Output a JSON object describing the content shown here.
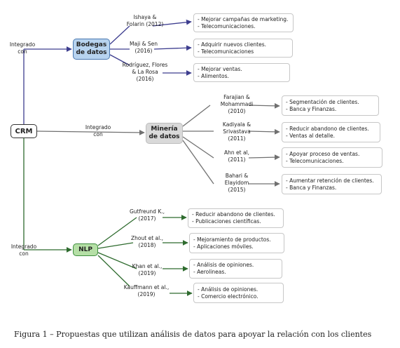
{
  "crm": {
    "label": "CRM"
  },
  "branches": [
    {
      "connector": [
        "Integrado",
        "con"
      ],
      "node": [
        "Bodegas",
        "de datos"
      ],
      "studies": [
        {
          "ref": [
            "Ishaya &",
            "Folarin (2012)"
          ],
          "items": [
            "- Mejorar campañas de marketing.",
            "- Telecomunicaciones."
          ]
        },
        {
          "ref": [
            "Maji & Sen",
            "(2016)"
          ],
          "items": [
            "- Adquirir nuevos clientes.",
            "- Telecomunicaciones"
          ]
        },
        {
          "ref": [
            "Rodríguez, Flores",
            "& La Rosa",
            "(2016)"
          ],
          "items": [
            "- Mejorar ventas.",
            "- Alimentos."
          ]
        }
      ]
    },
    {
      "connector": [
        "Integrado",
        "con"
      ],
      "node": [
        "Minería",
        "de datos"
      ],
      "studies": [
        {
          "ref": [
            "Farajian &",
            "Mohammadi",
            "(2010)"
          ],
          "items": [
            "- Segmentación de clientes.",
            "- Banca y Finanzas."
          ]
        },
        {
          "ref": [
            "Kadiyala &",
            "Srivastava",
            "(2011)"
          ],
          "items": [
            "- Reducir abandono de clientes.",
            "- Ventas al detalle."
          ]
        },
        {
          "ref": [
            "Ahn et al,",
            "(2011)"
          ],
          "items": [
            "- Apoyar proceso de ventas.",
            "- Telecomunicaciones."
          ]
        },
        {
          "ref": [
            "Bahari &",
            "Elayidom",
            "(2015)"
          ],
          "items": [
            "- Aumentar retención de clientes.",
            "- Banca y Finanzas."
          ]
        }
      ]
    },
    {
      "connector": [
        "Integrado",
        "con"
      ],
      "node": [
        "NLP"
      ],
      "studies": [
        {
          "ref": [
            "Gutfreund K.,",
            "(2017)"
          ],
          "items": [
            "- Reducir abandono de clientes.",
            "- Publicaciones científicas."
          ]
        },
        {
          "ref": [
            "Zhout et al.,",
            "(2018)"
          ],
          "items": [
            "- Mejoramiento de productos.",
            "- Aplicaciones móviles."
          ]
        },
        {
          "ref": [
            "Khan et al.,",
            "(2019)"
          ],
          "items": [
            "- Análisis de opiniones.",
            "- Aerolineas."
          ]
        },
        {
          "ref": [
            "Kauffmann et al.,",
            "(2019)"
          ],
          "items": [
            "- Análisis de opiniones.",
            "- Comercio electrónico."
          ]
        }
      ]
    }
  ],
  "colors": {
    "blue_branch": "#3d3d8f",
    "gray_branch": "#707070",
    "green_branch": "#2e6b2e"
  },
  "caption": "Figura 1 – Propuestas que utilizan análisis de datos para apoyar la relación con los clientes"
}
